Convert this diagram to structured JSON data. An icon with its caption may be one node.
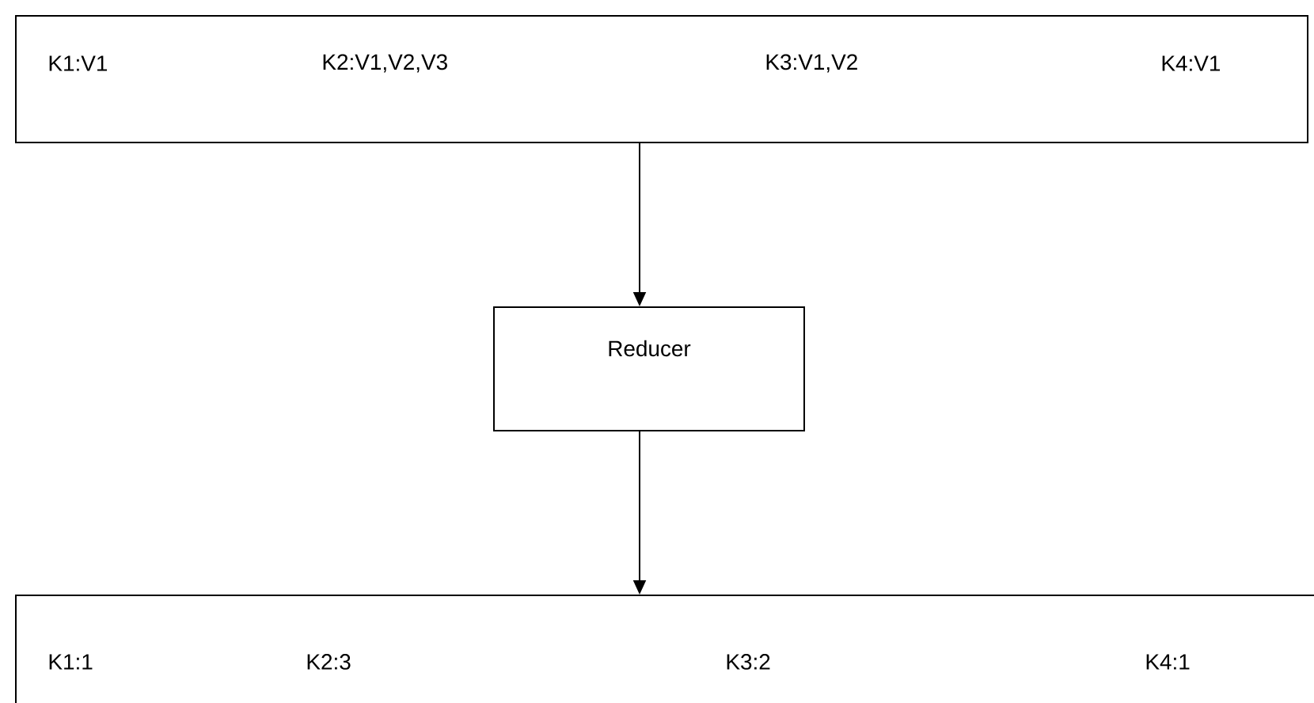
{
  "diagram": {
    "nodes": [
      {
        "text": [
          "K1:V1",
          "K2:V1,V2,V3",
          "K3:V1,V2",
          "K4:V1"
        ]
      },
      {
        "text": [
          "Reducer"
        ]
      },
      {
        "text": [
          "K1:1",
          "K2:3",
          "K3:2",
          "K4:1"
        ]
      }
    ],
    "edges": [
      {
        "from": 0,
        "to": 1,
        "arrow": "to"
      },
      {
        "from": 1,
        "to": 2,
        "arrow": "to"
      }
    ]
  }
}
